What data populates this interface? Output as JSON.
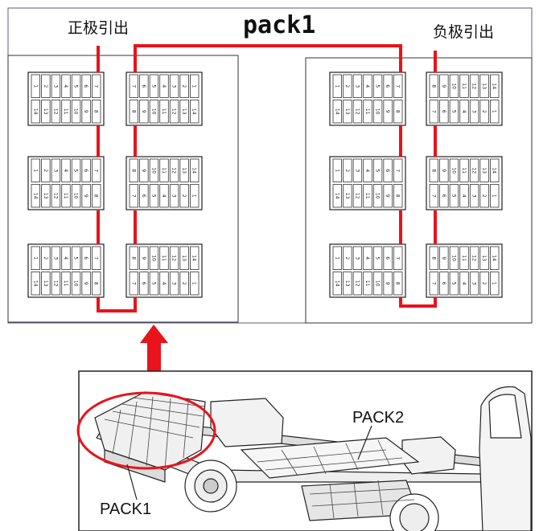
{
  "title": "pack1",
  "labels": {
    "positive_out": "正极引出",
    "negative_out": "负极引出",
    "pack1": "PACK1",
    "pack2": "PACK2"
  },
  "colors": {
    "wire": "#e8131b",
    "arrow": "#e8131b",
    "outline": "#5a5a8a",
    "module_border": "#222222"
  },
  "modules": {
    "left_panel": [
      {
        "rows": [
          [
            "1",
            "2",
            "3",
            "4",
            "5",
            "6",
            "7"
          ],
          [
            "14",
            "13",
            "12",
            "11",
            "10",
            "9",
            "8"
          ]
        ]
      },
      {
        "rows": [
          [
            "7",
            "6",
            "5",
            "4",
            "3",
            "2",
            "1"
          ],
          [
            "8",
            "9",
            "10",
            "11",
            "12",
            "13",
            "14"
          ]
        ]
      },
      {
        "rows": [
          [
            "1",
            "2",
            "3",
            "4",
            "5",
            "6",
            "7"
          ],
          [
            "14",
            "13",
            "12",
            "11",
            "10",
            "9",
            "8"
          ]
        ]
      },
      {
        "rows": [
          [
            "8",
            "9",
            "10",
            "11",
            "12",
            "13",
            "14"
          ],
          [
            "7",
            "6",
            "5",
            "4",
            "3",
            "2",
            "1"
          ]
        ]
      },
      {
        "rows": [
          [
            "1",
            "2",
            "3",
            "4",
            "5",
            "6",
            "7"
          ],
          [
            "14",
            "13",
            "12",
            "11",
            "10",
            "9",
            "8"
          ]
        ]
      },
      {
        "rows": [
          [
            "8",
            "9",
            "10",
            "11",
            "12",
            "13",
            "14"
          ],
          [
            "7",
            "6",
            "5",
            "4",
            "3",
            "2",
            "1"
          ]
        ]
      }
    ],
    "right_panel": [
      {
        "rows": [
          [
            "1",
            "2",
            "3",
            "4",
            "5",
            "6",
            "7"
          ],
          [
            "14",
            "13",
            "12",
            "11",
            "10",
            "9",
            "8"
          ]
        ]
      },
      {
        "rows": [
          [
            "8",
            "9",
            "10",
            "11",
            "12",
            "13",
            "14"
          ],
          [
            "7",
            "6",
            "5",
            "4",
            "3",
            "2",
            "1"
          ]
        ]
      },
      {
        "rows": [
          [
            "1",
            "2",
            "3",
            "4",
            "5",
            "6",
            "7"
          ],
          [
            "14",
            "13",
            "12",
            "11",
            "10",
            "9",
            "8"
          ]
        ]
      },
      {
        "rows": [
          [
            "8",
            "9",
            "10",
            "11",
            "12",
            "13",
            "14"
          ],
          [
            "7",
            "6",
            "5",
            "4",
            "3",
            "2",
            "1"
          ]
        ]
      },
      {
        "rows": [
          [
            "1",
            "2",
            "3",
            "4",
            "5",
            "6",
            "7"
          ],
          [
            "14",
            "13",
            "12",
            "11",
            "10",
            "9",
            "8"
          ]
        ]
      },
      {
        "rows": [
          [
            "8",
            "9",
            "10",
            "11",
            "12",
            "13",
            "14"
          ],
          [
            "7",
            "6",
            "5",
            "4",
            "3",
            "2",
            "1"
          ]
        ]
      }
    ]
  }
}
